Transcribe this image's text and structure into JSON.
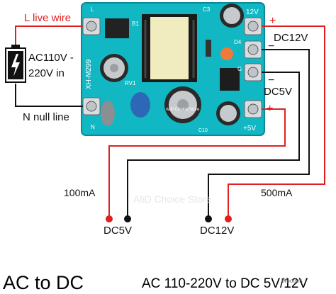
{
  "labels": {
    "l_live_wire": "L live wire",
    "ac_input_line1": "AC110V -",
    "ac_input_line2": "220V in",
    "n_null_line": "N null line",
    "dc12v_top": "DC12V",
    "dc5v_side": "DC5V",
    "plus_top": "+",
    "minus_top": "−",
    "minus_mid": "−",
    "plus_mid": "+",
    "current_100ma": "100mA",
    "current_500ma": "500mA",
    "dc5v_bottom": "DC5V",
    "dc12v_bottom": "DC12V"
  },
  "board": {
    "model": "XH-M299",
    "rv1": "RV1",
    "b1": "B1",
    "c3": "C3",
    "out_12v": "12V",
    "out_5v": "+5V",
    "d4": "D4",
    "g": "G",
    "c10": "C10",
    "n": "N",
    "l": "L",
    "store_label": "AliD Choice Store"
  },
  "watermark": "AliD Choice Store",
  "caption": {
    "left": "AC to DC",
    "right": "AC 110-220V to DC 5V/12V",
    "tag": "Wooden"
  },
  "colors": {
    "board": "#12b7c4",
    "red_wire": "#e02020",
    "black_wire": "#111111",
    "label_red": "#e02020"
  }
}
